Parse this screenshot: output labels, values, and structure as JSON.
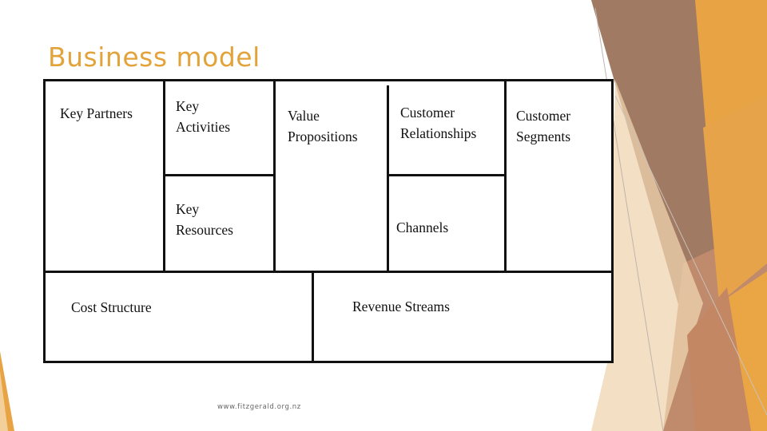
{
  "slide": {
    "title": "Business model",
    "footer": "www.fitzgerald.org.nz"
  },
  "canvas": {
    "key_partners": "Key Partners",
    "key_activities": "Key\nActivities",
    "value_propositions": "Value\nPropositions",
    "customer_relationships": "Customer\nRelationships",
    "customer_segments": "Customer\nSegments",
    "key_resources": "Key\nResources",
    "channels": "Channels",
    "cost_structure": "Cost Structure",
    "revenue_streams": "Revenue Streams"
  },
  "colors": {
    "accent": "#e2a33a",
    "brown": "#9a6b55",
    "light_orange": "#f3cf9a"
  }
}
